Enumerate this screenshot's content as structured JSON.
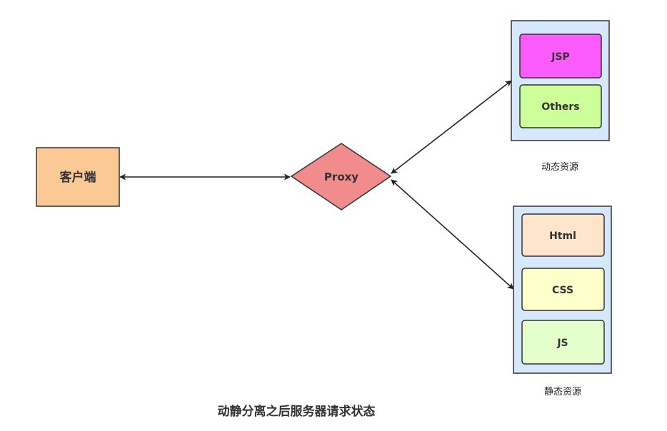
{
  "client": {
    "label": "客户端"
  },
  "proxy": {
    "label": "Proxy"
  },
  "dynamic_group": {
    "label": "动态资源",
    "items": [
      "JSP",
      "Others"
    ]
  },
  "static_group": {
    "label": "静态资源",
    "items": [
      "Html",
      "CSS",
      "JS"
    ]
  },
  "caption": "动静分离之后服务器请求状态",
  "colors": {
    "client_fill": "#fbc995",
    "proxy_fill": "#f28b8b",
    "group_fill": "#d6e8fb",
    "jsp_fill": "#fb5cfb",
    "others_fill": "#ccff99",
    "html_fill": "#ffe5cc",
    "css_fill": "#ffffcc",
    "js_fill": "#e5ffcc"
  }
}
